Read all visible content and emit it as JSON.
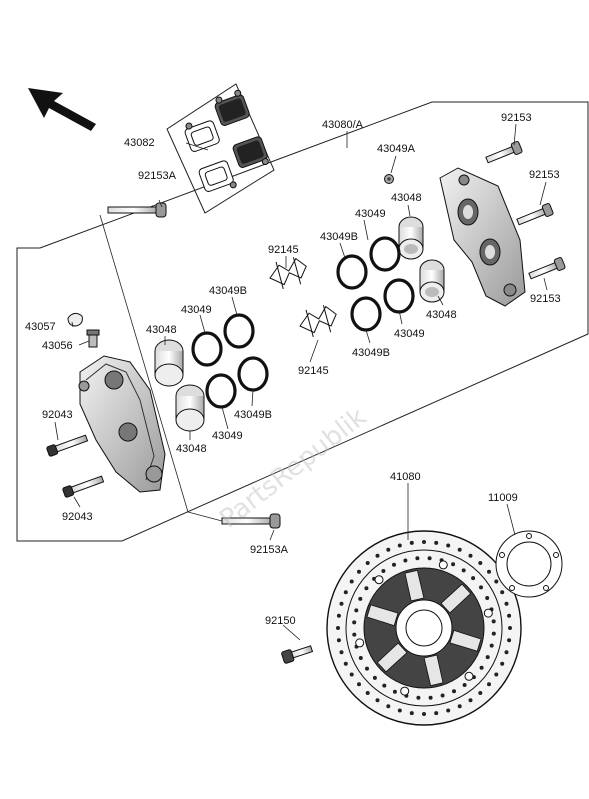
{
  "watermark": "PartsRepublik",
  "labels": {
    "l43082": "43082",
    "l43080a": "43080/A",
    "l92153_top": "92153",
    "l43049a": "43049A",
    "l92153a_left": "92153A",
    "l92153_mid": "92153",
    "l43048_rt": "43048",
    "l43049_rt": "43049",
    "l43049b_rt": "43049B",
    "l92145_top": "92145",
    "l92153_low": "92153",
    "l43049b_l": "43049B",
    "l43049_l": "43049",
    "l43057": "43057",
    "l43048_l": "43048",
    "l43048_r2": "43048",
    "l43056": "43056",
    "l43049_r2": "43049",
    "l92145_bot": "92145",
    "l43049b_r2": "43049B",
    "l92043_top": "92043",
    "l43049b_l2": "43049B",
    "l43048_l2": "43048",
    "l43049_l2": "43049",
    "l92043_bot": "92043",
    "l41080": "41080",
    "l11009": "11009",
    "l92153a_bot": "92153A",
    "l92150": "92150"
  }
}
